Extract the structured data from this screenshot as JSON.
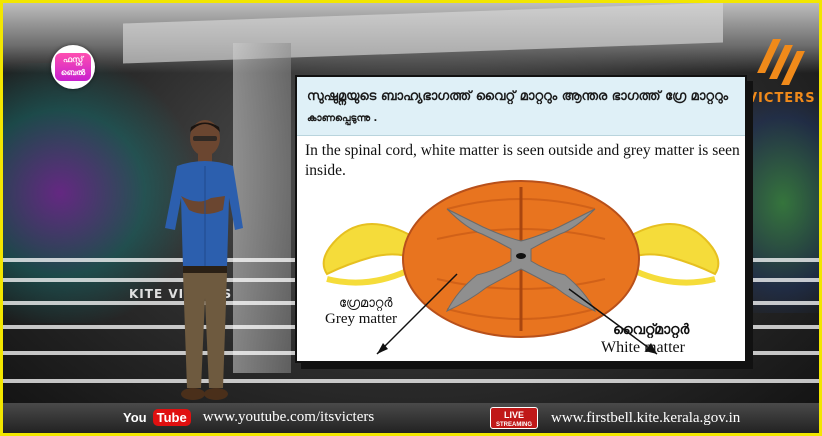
{
  "channel": {
    "left_logo_text": "ഫസ്റ്റ് ബെൽ",
    "right_logo_text": "VICTERS",
    "watermark": "KITE VICTERS"
  },
  "slide": {
    "malayalam_line1": "സുഷുമ്നയുടെ ബാഹ്യഭാഗത്ത് വൈറ്റ് മാറ്ററും ആന്തര ഭാഗത്ത് ഗ്രേ മാറ്ററും",
    "malayalam_line2": "കാണപ്പെടുന്നു .",
    "english_text": "In the spinal cord, white matter is seen outside and grey matter is seen inside.",
    "diagram": {
      "label_grey_ml": "ഗ്രേമാറ്റർ",
      "label_grey_en": "Grey matter",
      "label_white_ml": "വൈറ്റ്മാറ്റർ",
      "label_white_en": "White matter",
      "colors": {
        "white_matter": "#e8741f",
        "grey_matter": "#8f8f8f",
        "nerve": "#f5dc3a"
      }
    }
  },
  "footer": {
    "youtube_you": "You",
    "youtube_tube": "Tube",
    "youtube_url": "www.youtube.com/itsvicters",
    "live_label": "LIVE",
    "live_sub": "STREAMING",
    "website_url": "www.firstbell.kite.kerala.gov.in"
  }
}
